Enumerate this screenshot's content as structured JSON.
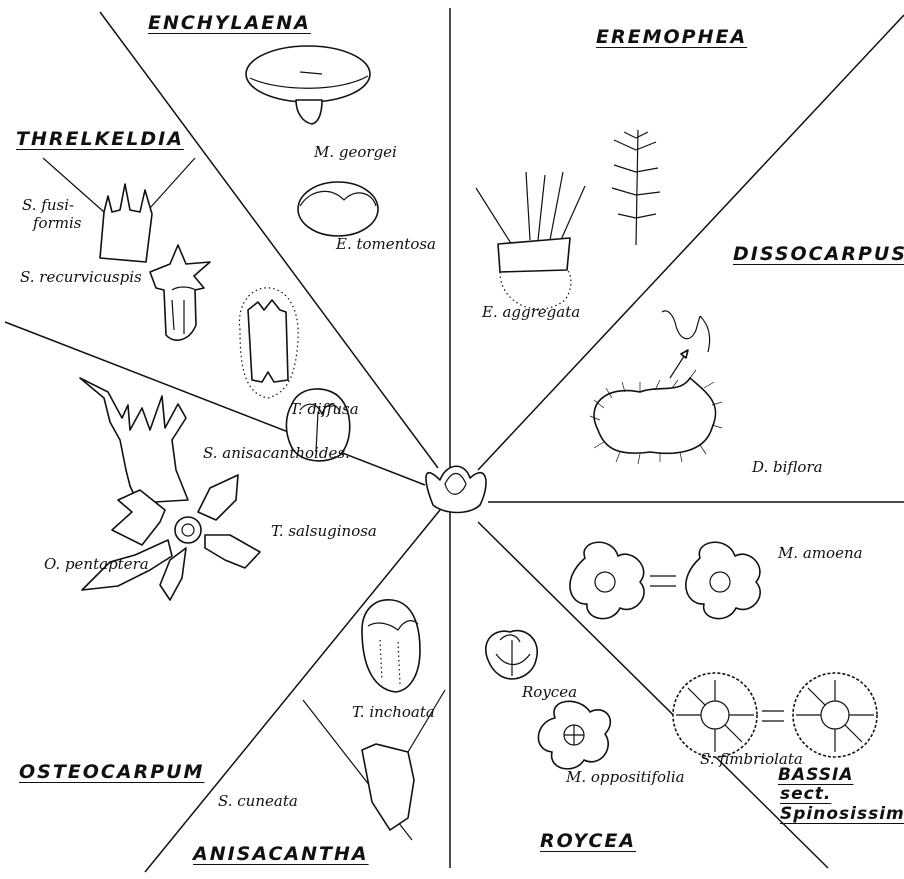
{
  "groups": {
    "enchylaena": "ENCHYLAENA",
    "eremophea": "EREMOPHEA",
    "threlkeldia": "THRELKELDIA",
    "dissocarpus": "DISSOCARPUS",
    "osteocarpum": "OSTEOCARPUM",
    "anisacantha": "ANISACANTHA",
    "roycea": "ROYCEA",
    "bassia_line1": "BASSIA",
    "bassia_line2": "sect.",
    "bassia_line3": "Spinosissima"
  },
  "species": {
    "m_georgei": "M. georgei",
    "e_tomentosa": "E. tomentosa",
    "s_fusiformis_1": "S. fusi-",
    "s_fusiformis_2": "formis",
    "s_recurvicuspis": "S. recurvicuspis",
    "t_diffusa": "T. diffusa",
    "e_aggregata": "E. aggregata",
    "d_biflora": "D. biflora",
    "s_anisacanthoides": "S. anisacanthoides.",
    "t_salsuginosa": "T. salsuginosa",
    "o_pentaptera": "O. pentaptera",
    "t_inchoata": "T. inchoata",
    "s_cuneata": "S. cuneata",
    "m_amoena": "M. amoena",
    "s_fimbriolata": "S. fimbriolata",
    "roycea": "Roycea",
    "m_oppositifolia": "M. oppositifolia"
  }
}
